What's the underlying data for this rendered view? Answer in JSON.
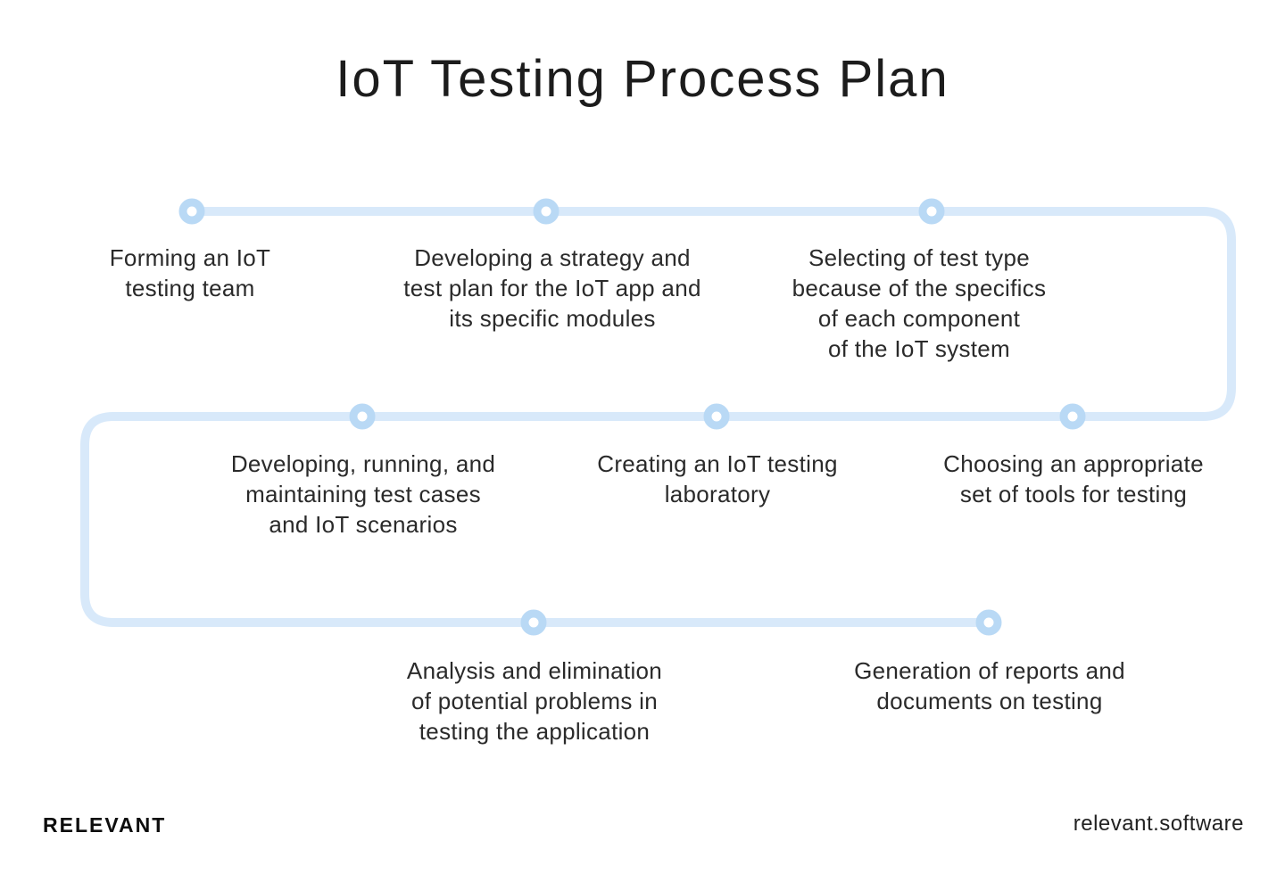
{
  "title": "IoT Testing Process Plan",
  "colors": {
    "line": "#d8e9fa",
    "dot_ring": "#b9d9f5",
    "dot_fill": "#ffffff",
    "text": "#2a2a2a",
    "title_text": "#1c1c1c"
  },
  "steps": [
    {
      "label": "Forming an IoT\ntesting team"
    },
    {
      "label": "Developing a strategy and\ntest plan for the IoT app and\nits specific modules"
    },
    {
      "label": "Selecting of test type\nbecause of the specifics\nof each component\nof the IoT system"
    },
    {
      "label": "Developing, running, and\nmaintaining test cases\nand IoT scenarios"
    },
    {
      "label": "Creating an IoT testing\nlaboratory"
    },
    {
      "label": "Choosing an appropriate\nset of tools for testing"
    },
    {
      "label": "Analysis and elimination\nof potential problems in\ntesting the application"
    },
    {
      "label": "Generation of reports and\ndocuments on testing"
    }
  ],
  "footer": {
    "logo": "RELEVANT",
    "website": "relevant.software"
  }
}
